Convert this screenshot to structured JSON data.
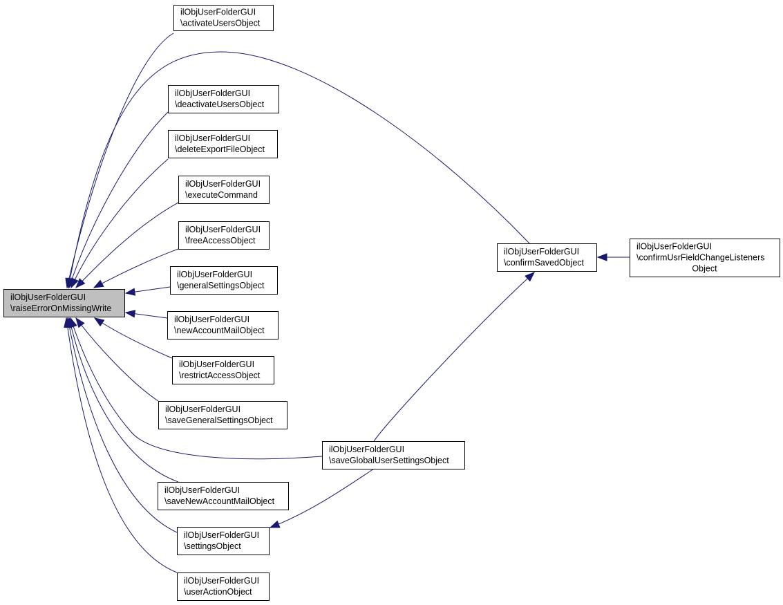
{
  "nodes": [
    {
      "id": "root",
      "lines": [
        "ilObjUserFolderGUI",
        "\\raiseErrorOnMissingWrite"
      ],
      "align": "start",
      "highlight": true
    },
    {
      "id": "activate",
      "lines": [
        "ilObjUserFolderGUI",
        "\\activateUsersObject"
      ],
      "align": "start"
    },
    {
      "id": "deactivate",
      "lines": [
        "ilObjUserFolderGUI",
        "\\deactivateUsersObject"
      ],
      "align": "start"
    },
    {
      "id": "deleteexport",
      "lines": [
        "ilObjUserFolderGUI",
        "\\deleteExportFileObject"
      ],
      "align": "start"
    },
    {
      "id": "execute",
      "lines": [
        "ilObjUserFolderGUI",
        "\\executeCommand"
      ],
      "align": "start"
    },
    {
      "id": "freeaccess",
      "lines": [
        "ilObjUserFolderGUI",
        "\\freeAccessObject"
      ],
      "align": "start"
    },
    {
      "id": "generalsettings",
      "lines": [
        "ilObjUserFolderGUI",
        "\\generalSettingsObject"
      ],
      "align": "start"
    },
    {
      "id": "newaccountmail",
      "lines": [
        "ilObjUserFolderGUI",
        "\\newAccountMailObject"
      ],
      "align": "start"
    },
    {
      "id": "restrictaccess",
      "lines": [
        "ilObjUserFolderGUI",
        "\\restrictAccessObject"
      ],
      "align": "start"
    },
    {
      "id": "savegeneral",
      "lines": [
        "ilObjUserFolderGUI",
        "\\saveGeneralSettingsObject"
      ],
      "align": "start"
    },
    {
      "id": "savenewaccount",
      "lines": [
        "ilObjUserFolderGUI",
        "\\saveNewAccountMailObject"
      ],
      "align": "start"
    },
    {
      "id": "settings",
      "lines": [
        "ilObjUserFolderGUI",
        "\\settingsObject"
      ],
      "align": "start"
    },
    {
      "id": "useraction",
      "lines": [
        "ilObjUserFolderGUI",
        "\\userActionObject"
      ],
      "align": "start"
    },
    {
      "id": "confirmsaved",
      "lines": [
        "ilObjUserFolderGUI",
        "\\confirmSavedObject"
      ],
      "align": "start"
    },
    {
      "id": "confirmusr",
      "lines": [
        "ilObjUserFolderGUI",
        "\\confirmUsrFieldChangeListeners",
        "Object"
      ],
      "align": "mixed"
    },
    {
      "id": "saveglobal",
      "lines": [
        "ilObjUserFolderGUI",
        "\\saveGlobalUserSettingsObject"
      ],
      "align": "start"
    }
  ],
  "edges": [
    {
      "from": "activate",
      "to": "root"
    },
    {
      "from": "confirmsaved",
      "to": "root"
    },
    {
      "from": "deactivate",
      "to": "root"
    },
    {
      "from": "deleteexport",
      "to": "root"
    },
    {
      "from": "execute",
      "to": "root"
    },
    {
      "from": "freeaccess",
      "to": "root"
    },
    {
      "from": "generalsettings",
      "to": "root"
    },
    {
      "from": "newaccountmail",
      "to": "root"
    },
    {
      "from": "restrictaccess",
      "to": "root"
    },
    {
      "from": "savegeneral",
      "to": "root"
    },
    {
      "from": "saveglobal",
      "to": "root"
    },
    {
      "from": "savenewaccount",
      "to": "root"
    },
    {
      "from": "settings",
      "to": "root"
    },
    {
      "from": "useraction",
      "to": "root"
    },
    {
      "from": "confirmusr",
      "to": "confirmsaved"
    },
    {
      "from": "saveglobal",
      "to": "confirmsaved"
    },
    {
      "from": "saveglobal",
      "to": "settings"
    }
  ],
  "colors": {
    "edge": "#191970",
    "root_fill": "#bfbfbf",
    "node_fill": "#ffffff",
    "border": "#000000"
  }
}
